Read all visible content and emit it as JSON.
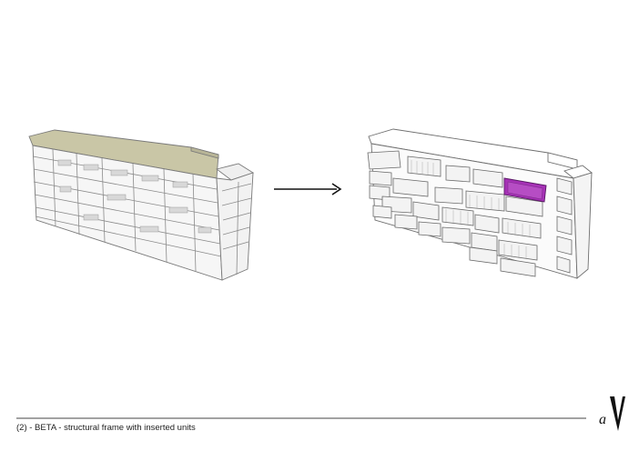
{
  "caption": "(2) - BETA - structural frame with inserted units",
  "logo": "aV",
  "colors": {
    "frame_stroke": "#7a7a7a",
    "roof_fill": "#c9c6a6",
    "highlight_unit": "#a631b6",
    "arrow": "#111111",
    "rule": "#444444"
  },
  "icons": [
    "arrow-right-icon",
    "av-logo"
  ]
}
